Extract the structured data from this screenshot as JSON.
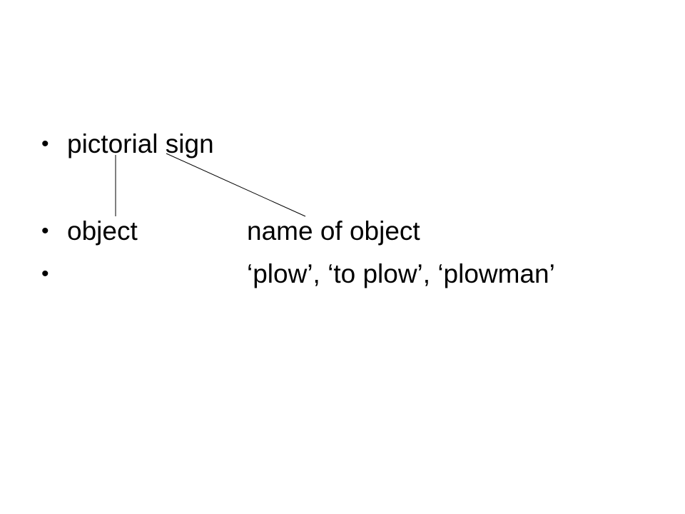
{
  "bullet_symbol": "•",
  "items": [
    {
      "left_text": "pictorial sign",
      "right_text": ""
    },
    {
      "left_text": "object",
      "right_text": "name of object"
    },
    {
      "left_text": "",
      "right_text": "‘plow’, ‘to plow’, ‘plowman’"
    }
  ],
  "line_color": "#000000"
}
